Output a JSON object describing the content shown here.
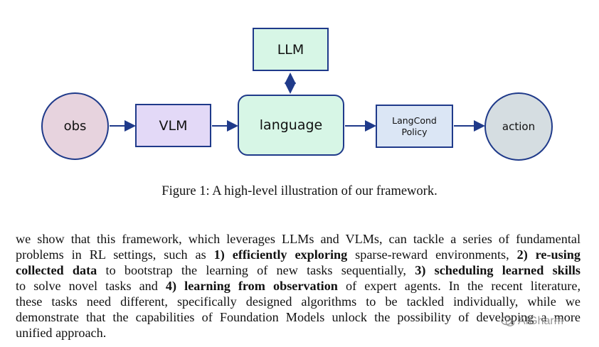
{
  "diagram": {
    "nodes": {
      "obs": {
        "label": "obs",
        "fill": "#e7d3de"
      },
      "vlm": {
        "label": "VLM",
        "fill": "#e3d9f7"
      },
      "llm": {
        "label": "LLM",
        "fill": "#d7f6e6"
      },
      "language": {
        "label": "language",
        "fill": "#d7f6e6"
      },
      "policy": {
        "label_line1": "LangCond",
        "label_line2": "Policy",
        "fill": "#dbe6f5"
      },
      "action": {
        "label": "action",
        "fill": "#d5dde1"
      }
    },
    "edge_color": "#1f3a8a"
  },
  "caption": "Figure 1: A high-level illustration of our framework.",
  "paragraph": {
    "l1": "we show that this framework, which leverages LLMs and VLMs, can tackle a series of fundamental",
    "l2a": "problems in RL settings, such as ",
    "l2b": "1) efficiently exploring",
    "l2c": " sparse-reward environments, ",
    "l2d": "2) re-using",
    "l3a": "collected data",
    "l3b": " to bootstrap the learning of new tasks sequentially, ",
    "l3c": "3) scheduling learned skills",
    "l4a": "to solve novel tasks and ",
    "l4b": "4) learning from observation",
    "l4c": " of expert agents.  In the recent literature,",
    "l5": "these tasks need different, specifically designed algorithms to be tackled individually, while we",
    "l6": "demonstrate that the capabilities of Foundation Models unlock the possibility of developing a more",
    "l7": "unified approach."
  },
  "watermark": {
    "text": "AIGharm"
  }
}
